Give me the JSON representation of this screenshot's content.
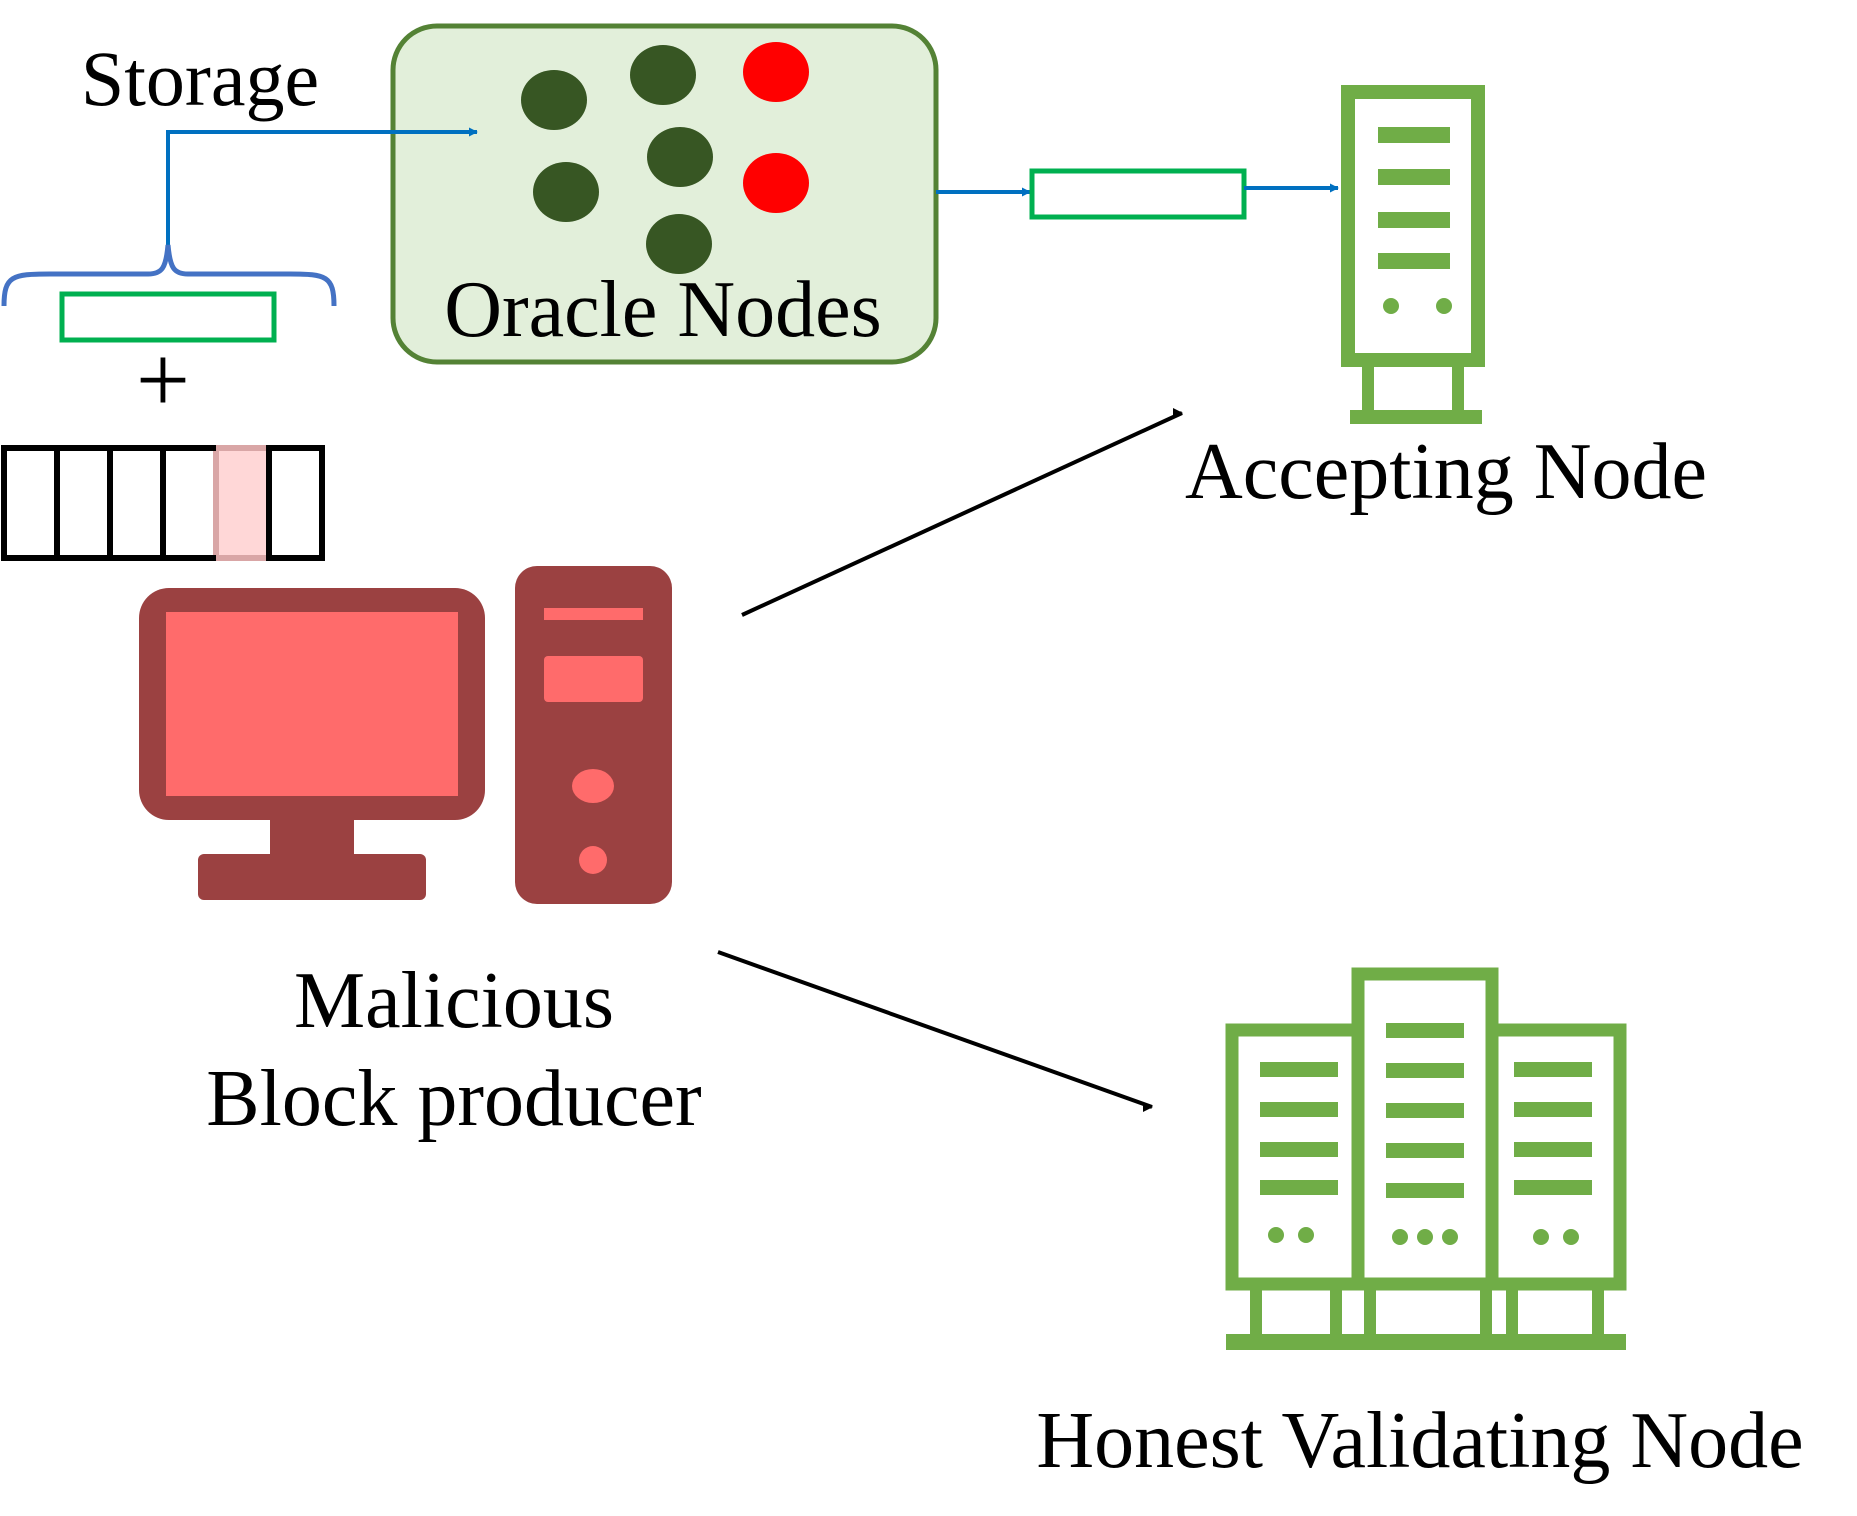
{
  "labels": {
    "storage": "Storage",
    "oracle_nodes": "Oracle Nodes",
    "plus": "+",
    "accepting_node": "Accepting Node",
    "malicious_line1": "Malicious",
    "malicious_line2": "Block producer",
    "honest_node": "Honest Validating Node"
  },
  "oracle_nodes": {
    "node_states": [
      "honest",
      "honest",
      "malicious",
      "honest",
      "honest",
      "malicious",
      "honest"
    ]
  },
  "block": {
    "cell_count": 6,
    "highlighted_cell_index": 4
  },
  "colors": {
    "oracle_box_fill": "#e2efda",
    "oracle_box_border": "#548235",
    "honest_oracle": "#375623",
    "malicious_oracle": "#ff0000",
    "arrow_blue": "#0070c0",
    "brace_blue": "#4472c4",
    "data_box_green": "#00b050",
    "server_green": "#70ad47",
    "computer_dark": "#9b4141",
    "computer_light": "#ff6b6b",
    "highlight_cell": "#ffd7d7"
  },
  "icons": {
    "accepting_node": "single-server-icon",
    "honest_node": "server-rack-icon",
    "producer": "desktop-computer-icon"
  }
}
